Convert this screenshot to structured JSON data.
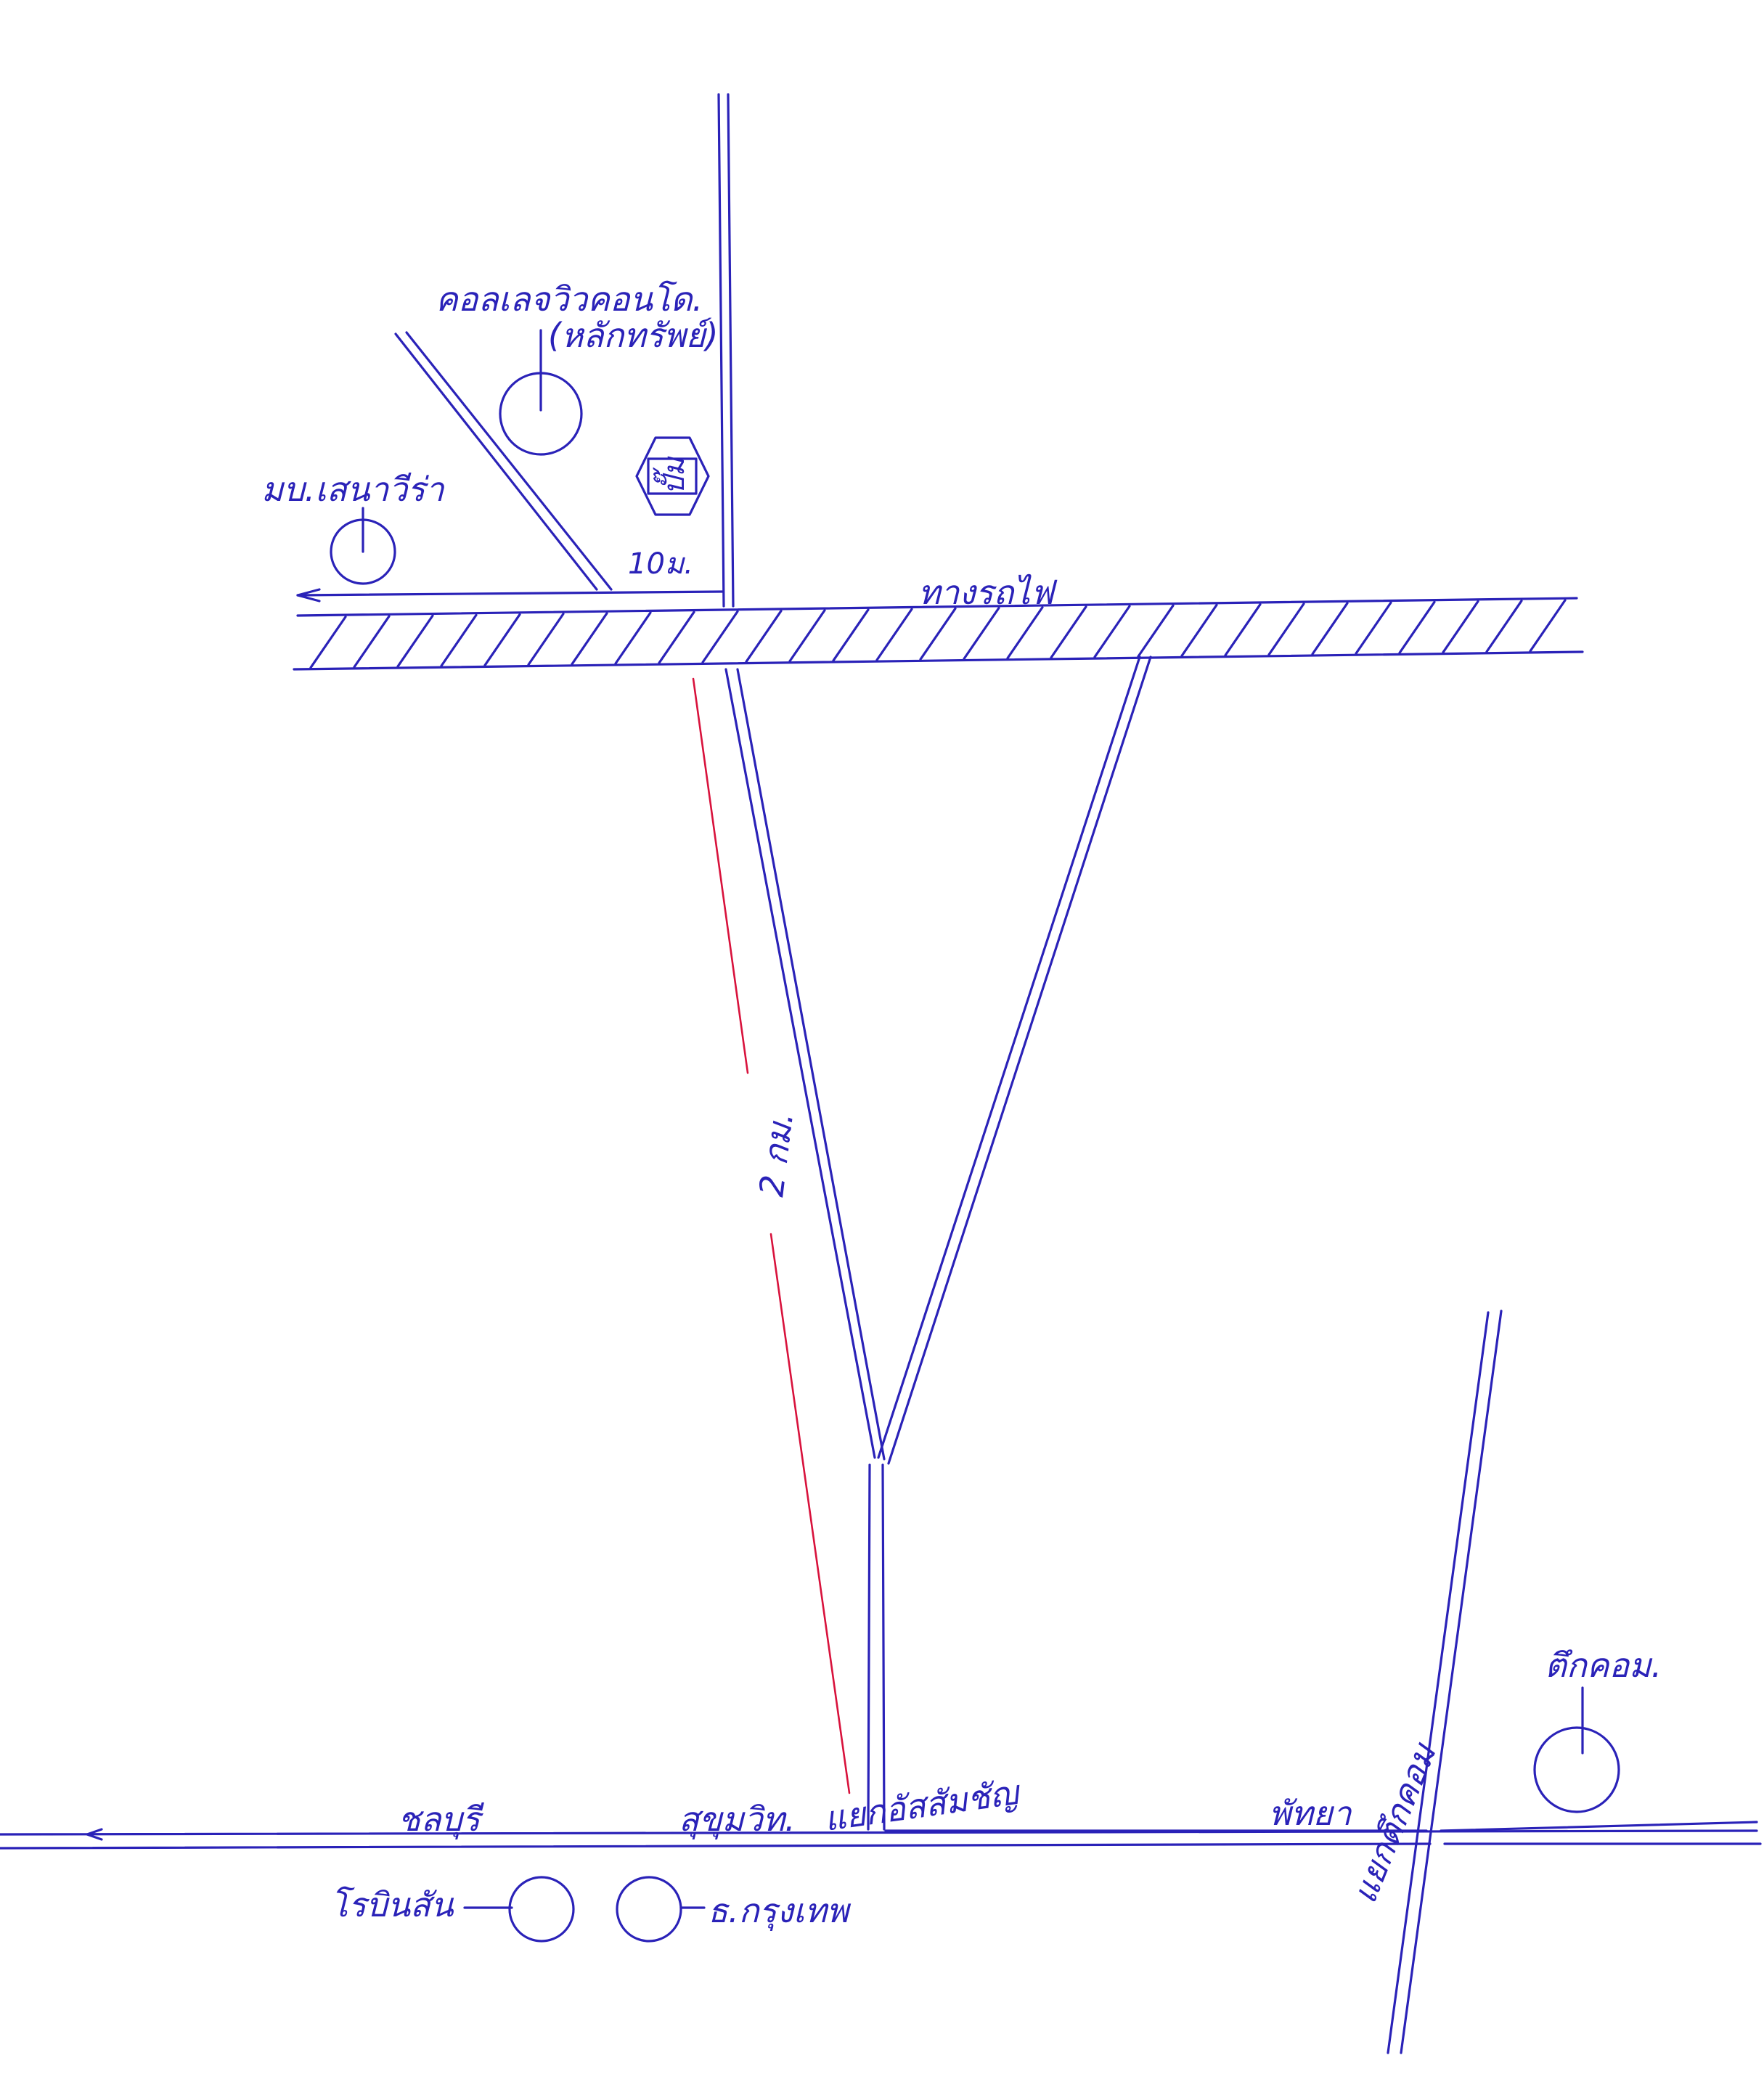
{
  "labels": {
    "condo": "คอลเลจวิวคอนโด.",
    "condo_sub": "(หลักทรัพย์)",
    "village": "มบ.เสนาวีร่า",
    "distance_10m": "10ม.",
    "railway": "ทางรถไฟ",
    "distance_2km": "2 กม.",
    "chonburi": "ชลบุรี",
    "sukhumvit": "สุขุมวิท.",
    "junction_sampan": "แยกอัสสัมชัญ",
    "pattaya": "พัทยา",
    "junction_tukcom": "แยกตึกคอม",
    "tukcom": "ตึกคอม.",
    "robinson": "โรบินสัน",
    "bangkok_bank": "ธ.กรุงเทพ"
  },
  "landmark_symbol": "ปั๊ม",
  "colors": {
    "ink": "#2a22b8",
    "measure": "#d8123c",
    "paper": "#ffffff"
  }
}
